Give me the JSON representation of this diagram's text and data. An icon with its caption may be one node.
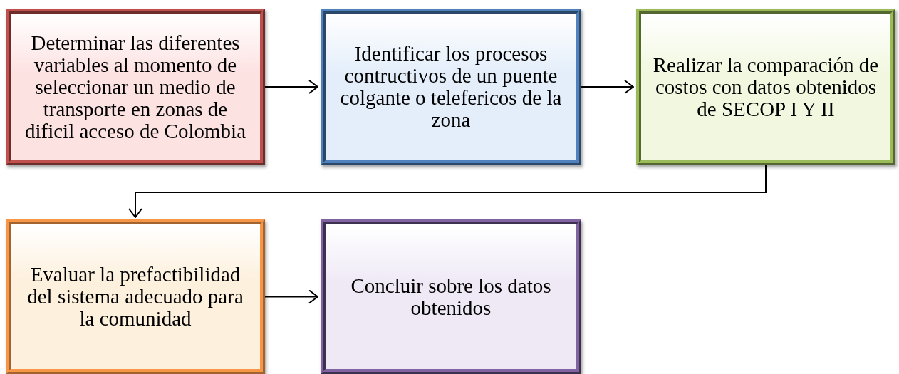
{
  "diagram": {
    "nodes": [
      {
        "text": [
          "Determinar las diferentes variables al momento de seleccionar un medio de transporte en zonas de dificil acceso de Colombia"
        ]
      },
      {
        "text": [
          "Identificar los procesos contructivos de un puente colgante o telefericos de la zona"
        ]
      },
      {
        "text": [
          "Realizar la comparación de costos con datos obtenidos de SECOP I Y II"
        ]
      },
      {
        "text": [
          "Evaluar la prefactibilidad del sistema adecuado para la comunidad"
        ]
      },
      {
        "text": [
          "Concluir sobre los datos obtenidos"
        ]
      }
    ],
    "edges": [
      {
        "from": 0,
        "to": 1,
        "arrow": "to"
      },
      {
        "from": 1,
        "to": 2,
        "arrow": "to"
      },
      {
        "from": 2,
        "to": 3,
        "arrow": "to"
      },
      {
        "from": 3,
        "to": 4,
        "arrow": "to"
      }
    ]
  }
}
